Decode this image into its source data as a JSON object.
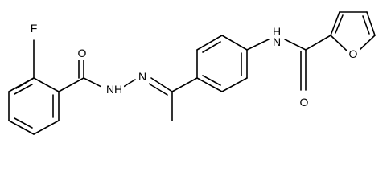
{
  "molecule": {
    "atom_labels": {
      "fluorine": "F",
      "carbonyl_oxygen_left": "O",
      "hydrazide_nh": "N",
      "hydrazide_nh_h": "H",
      "imine_n": "N",
      "amide_nh": "N",
      "amide_nh_h": "H",
      "carbonyl_oxygen_right": "O",
      "furan_oxygen": "O"
    }
  },
  "colors": {
    "bond": "#000000",
    "label": "#000000",
    "background": "#ffffff"
  }
}
